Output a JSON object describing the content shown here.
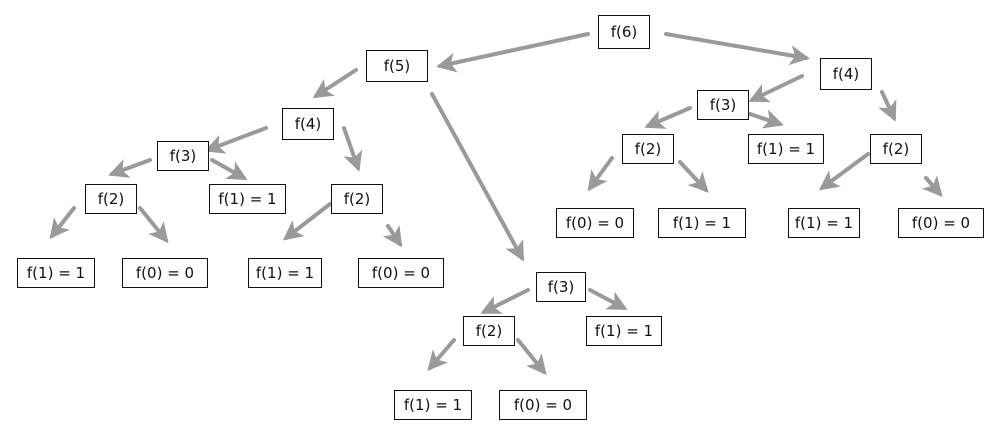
{
  "diagram": {
    "arrow_color": "#9a9a9a",
    "nodes": [
      {
        "id": "n1",
        "label": "f(6)"
      },
      {
        "id": "n2",
        "label": "f(5)"
      },
      {
        "id": "n3",
        "label": "f(4)"
      },
      {
        "id": "n4",
        "label": "f(4)"
      },
      {
        "id": "n5",
        "label": "f(3)"
      },
      {
        "id": "n6",
        "label": "f(2)"
      },
      {
        "id": "n7",
        "label": "f(1) = 1"
      },
      {
        "id": "n8",
        "label": "f(0) = 0"
      },
      {
        "id": "n9",
        "label": "f(1) = 1"
      },
      {
        "id": "n10",
        "label": "f(2)"
      },
      {
        "id": "n11",
        "label": "f(1) = 1"
      },
      {
        "id": "n12",
        "label": "f(0) = 0"
      },
      {
        "id": "n13",
        "label": "f(3)"
      },
      {
        "id": "n14",
        "label": "f(2)"
      },
      {
        "id": "n15",
        "label": "f(1) = 1"
      },
      {
        "id": "n16",
        "label": "f(0) = 0"
      },
      {
        "id": "n17",
        "label": "f(1) = 1"
      },
      {
        "id": "n18",
        "label": "f(3)"
      },
      {
        "id": "n19",
        "label": "f(2)"
      },
      {
        "id": "n20",
        "label": "f(1) = 1"
      },
      {
        "id": "n21",
        "label": "f(0) = 0"
      },
      {
        "id": "n22",
        "label": "f(1) = 1"
      },
      {
        "id": "n23",
        "label": "f(2)"
      },
      {
        "id": "n24",
        "label": "f(1) = 1"
      },
      {
        "id": "n25",
        "label": "f(0) = 0"
      }
    ],
    "edges": [
      {
        "from": "n1",
        "to": "n2"
      },
      {
        "from": "n1",
        "to": "n18"
      },
      {
        "from": "n2",
        "to": "n3"
      },
      {
        "from": "n2",
        "to": "n13"
      },
      {
        "from": "n3",
        "to": "n5"
      },
      {
        "from": "n3",
        "to": "n10"
      },
      {
        "from": "n5",
        "to": "n6"
      },
      {
        "from": "n5",
        "to": "n9"
      },
      {
        "from": "n6",
        "to": "n7"
      },
      {
        "from": "n6",
        "to": "n8"
      },
      {
        "from": "n10",
        "to": "n11"
      },
      {
        "from": "n10",
        "to": "n12"
      },
      {
        "from": "n13",
        "to": "n14"
      },
      {
        "from": "n13",
        "to": "n17"
      },
      {
        "from": "n14",
        "to": "n15"
      },
      {
        "from": "n14",
        "to": "n16"
      },
      {
        "from": "n4",
        "to": "n18"
      },
      {
        "from": "n4",
        "to": "n23"
      },
      {
        "from": "n18",
        "to": "n19"
      },
      {
        "from": "n18",
        "to": "n22"
      },
      {
        "from": "n19",
        "to": "n20"
      },
      {
        "from": "n19",
        "to": "n21"
      },
      {
        "from": "n23",
        "to": "n24"
      },
      {
        "from": "n23",
        "to": "n25"
      }
    ]
  }
}
